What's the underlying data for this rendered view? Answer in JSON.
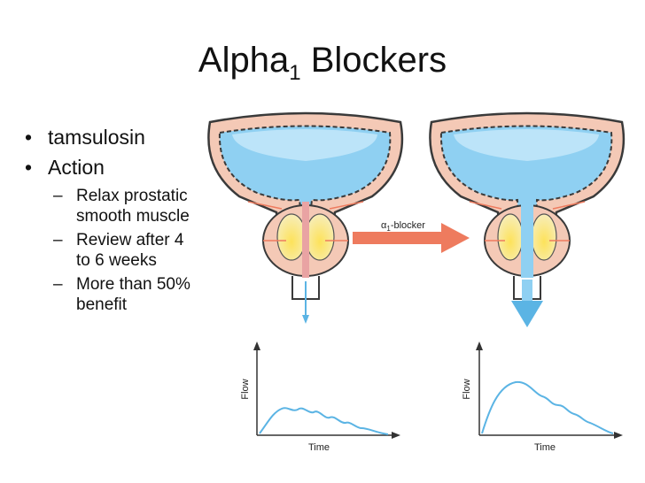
{
  "slide": {
    "title_main": "Alpha",
    "title_sub": "1",
    "title_rest": " Blockers"
  },
  "bullets": [
    {
      "text": "tamsulosin"
    },
    {
      "text": "Action",
      "children": [
        {
          "text": "Relax prostatic smooth muscle"
        },
        {
          "text": "Review after 4 to 6 weeks"
        },
        {
          "text": "More than 50% benefit"
        }
      ]
    }
  ],
  "figure": {
    "arrow_label_prefix": "α",
    "arrow_label_sub": "1",
    "arrow_label_rest": "-blocker",
    "graphs": [
      {
        "ylabel": "Flow",
        "xlabel": "Time"
      },
      {
        "ylabel": "Flow",
        "xlabel": "Time"
      }
    ]
  },
  "colors": {
    "bladder_fill": "#8fd0f2",
    "tissue": "#f4c9b6",
    "outline": "#3a3a3a",
    "arrow": "#ee7b5e",
    "flow_line": "#5bb4e4",
    "prostate_yellow": "#f3d54a"
  }
}
